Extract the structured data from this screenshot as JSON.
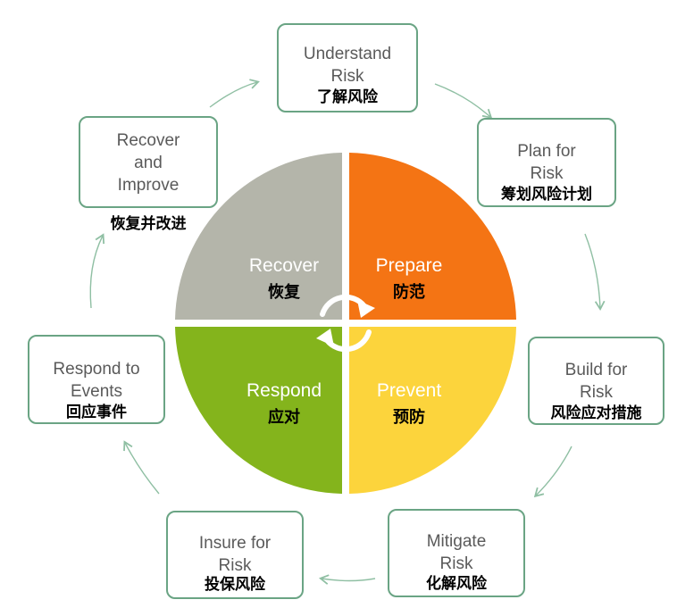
{
  "colors": {
    "box_border": "#6aa484",
    "arrow": "#8fbfa3",
    "recover": "#b4b5aa",
    "prepare": "#f47414",
    "respond": "#84b41c",
    "prevent": "#fcd43c"
  },
  "quadrants": {
    "recover": {
      "en": "Recover",
      "zh": "恢复"
    },
    "prepare": {
      "en": "Prepare",
      "zh": "防范"
    },
    "respond": {
      "en": "Respond",
      "zh": "应对"
    },
    "prevent": {
      "en": "Prevent",
      "zh": "预防"
    }
  },
  "steps": {
    "understand": {
      "en": "Understand\nRisk",
      "zh": "了解风险"
    },
    "plan": {
      "en": "Plan for\nRisk",
      "zh": "筹划风险计划"
    },
    "build": {
      "en": "Build for\nRisk",
      "zh": "风险应对措施"
    },
    "mitigate": {
      "en": "Mitigate\nRisk",
      "zh": "化解风险"
    },
    "insure": {
      "en": "Insure for\nRisk",
      "zh": "投保风险"
    },
    "respond_events": {
      "en": "Respond to\nEvents",
      "zh": "回应事件"
    },
    "recover_improve": {
      "en": "Recover\nand\nImprove",
      "zh": "恢复并改进"
    }
  },
  "center_icon": "circular-arrows-icon"
}
